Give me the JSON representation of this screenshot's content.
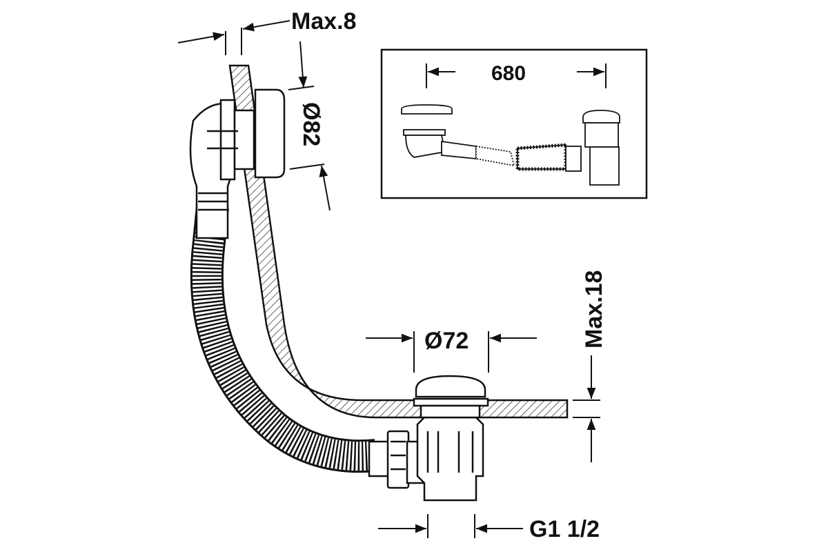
{
  "diagram": {
    "labels": {
      "overflow_gap": "Max.8",
      "overflow_diameter": "Ø82",
      "overall_length": "680",
      "drain_diameter": "Ø72",
      "tub_thickness": "Max.18",
      "thread": "G1 1/2"
    },
    "colors": {
      "ink": "#111111",
      "background": "#ffffff"
    }
  }
}
